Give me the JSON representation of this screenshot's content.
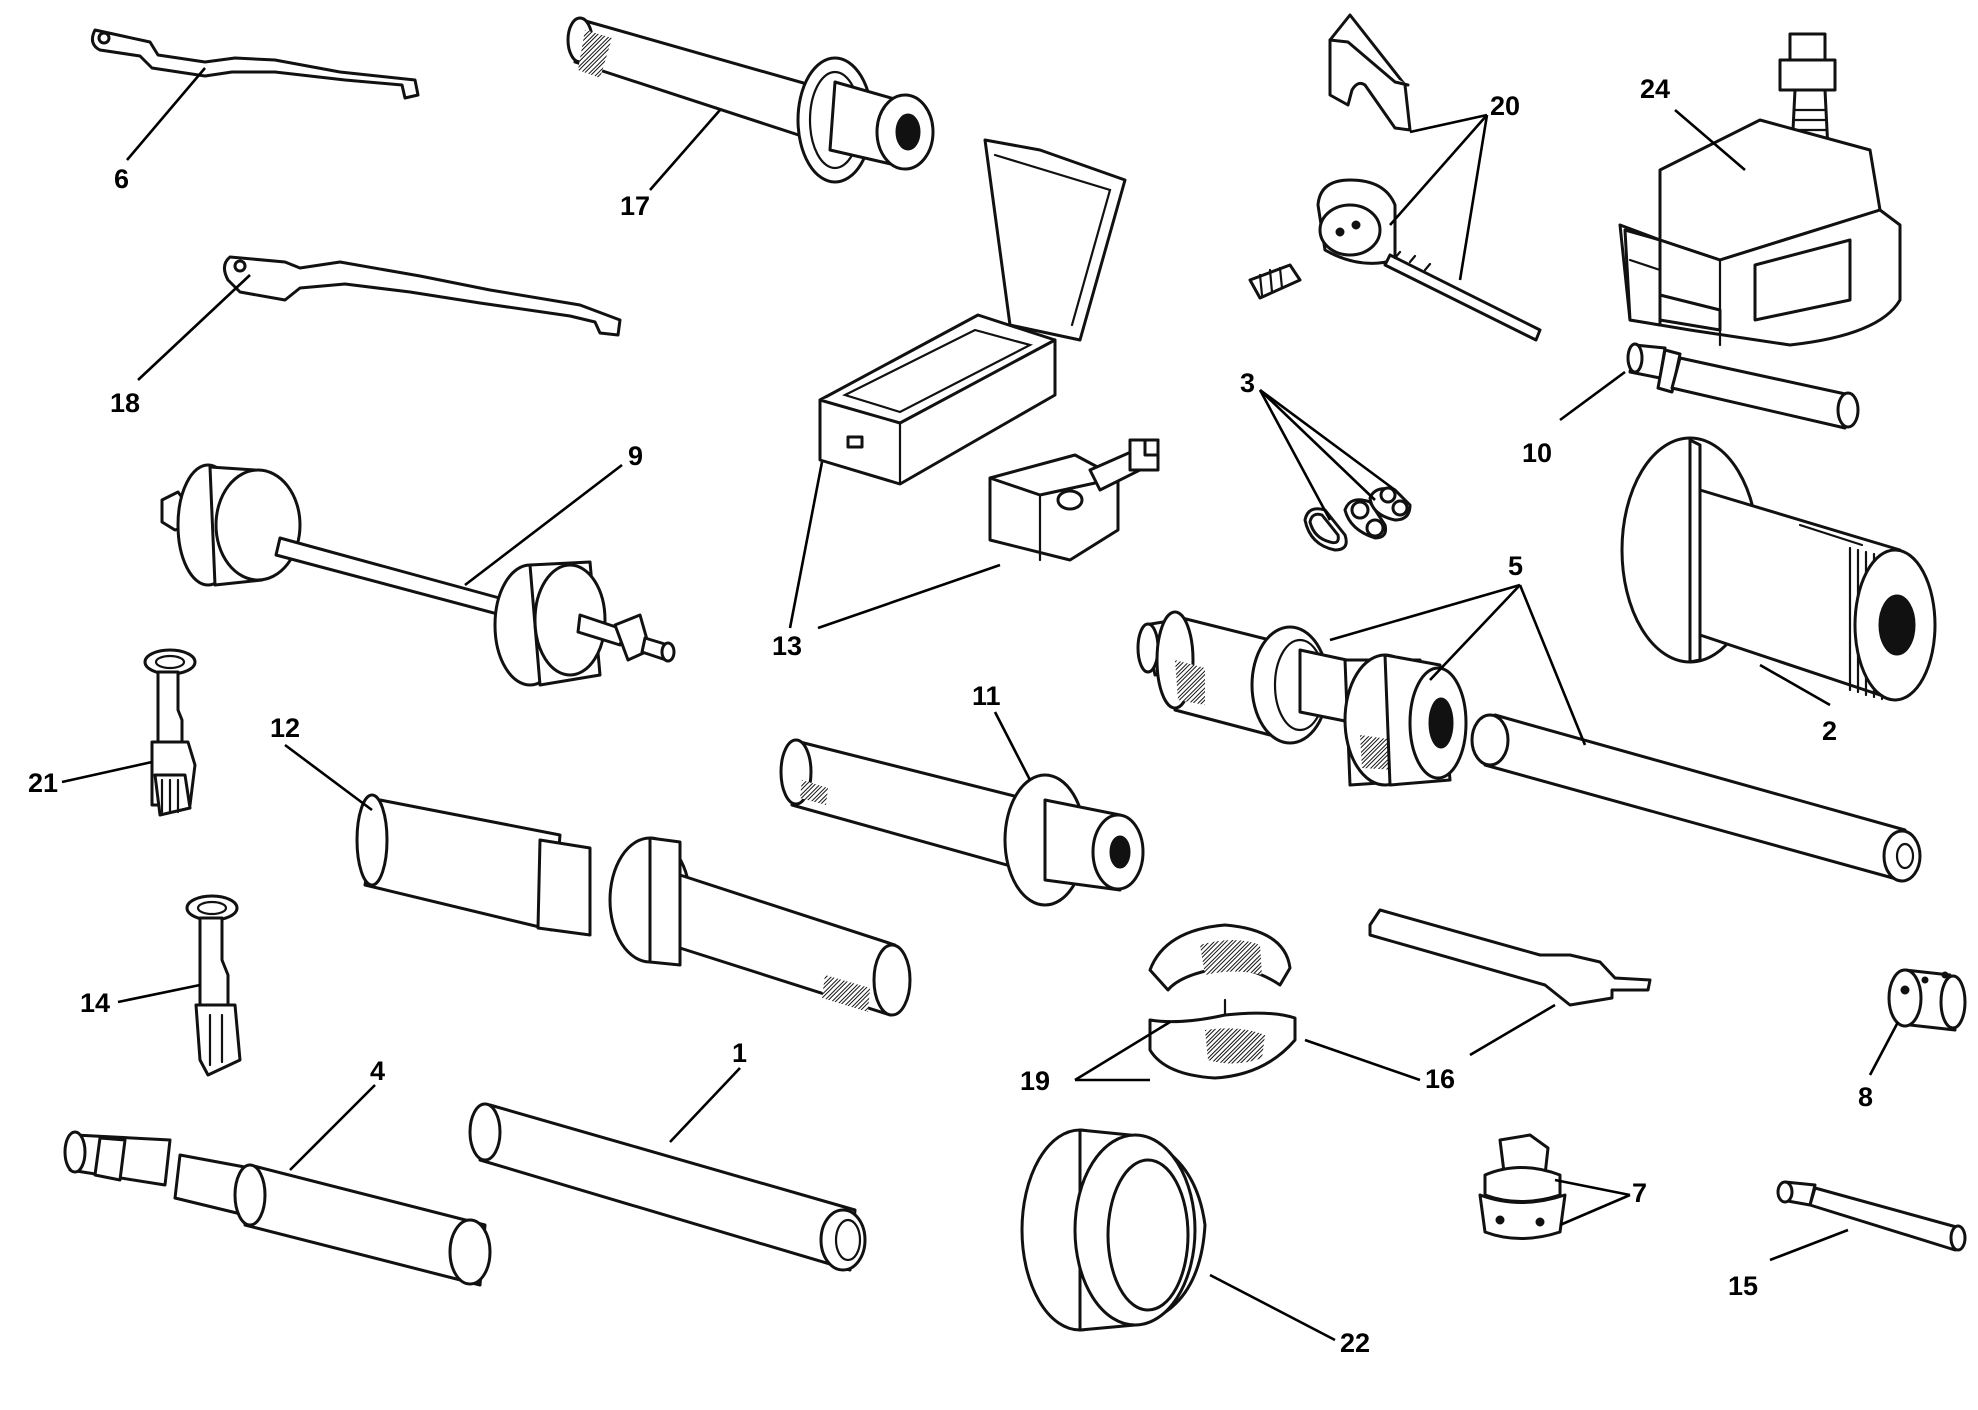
{
  "callouts": {
    "c1": "1",
    "c2": "2",
    "c3": "3",
    "c4": "4",
    "c5": "5",
    "c6": "6",
    "c7": "7",
    "c8": "8",
    "c9": "9",
    "c10": "10",
    "c11": "11",
    "c12": "12",
    "c13": "13",
    "c14": "14",
    "c15": "15",
    "c16": "16",
    "c17": "17",
    "c18": "18",
    "c19": "19",
    "c20": "20",
    "c21": "21",
    "c22": "22",
    "c24": "24"
  },
  "colors": {
    "line": "#111111",
    "background": "#ffffff"
  }
}
